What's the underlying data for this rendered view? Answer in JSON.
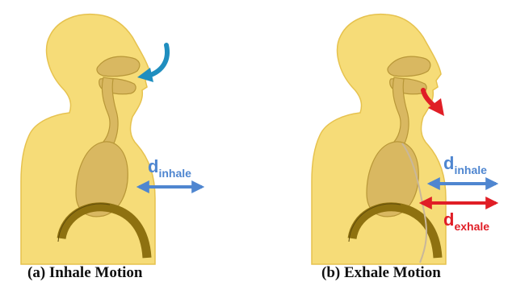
{
  "panels": [
    {
      "id": "a",
      "caption": "(a) Inhale Motion",
      "distance_label": {
        "main": "d",
        "subscript": "inhale"
      }
    },
    {
      "id": "b",
      "caption": "(b) Exhale Motion",
      "distance_labels": [
        {
          "main": "d",
          "subscript": "inhale"
        },
        {
          "main": "d",
          "subscript": "exhale"
        }
      ]
    }
  ],
  "colors": {
    "body_fill": "#F6DC78",
    "body_outline": "#E6C24E",
    "cavity_fill": "#D9B861",
    "cavity_outline": "#B89738",
    "spine": "#8E7110",
    "inhale_blue": "#4F86D0",
    "airflow_teal": "#1F8EBF",
    "exhale_red": "#E01E26",
    "expanded_chest_line": "#C9B79A"
  }
}
